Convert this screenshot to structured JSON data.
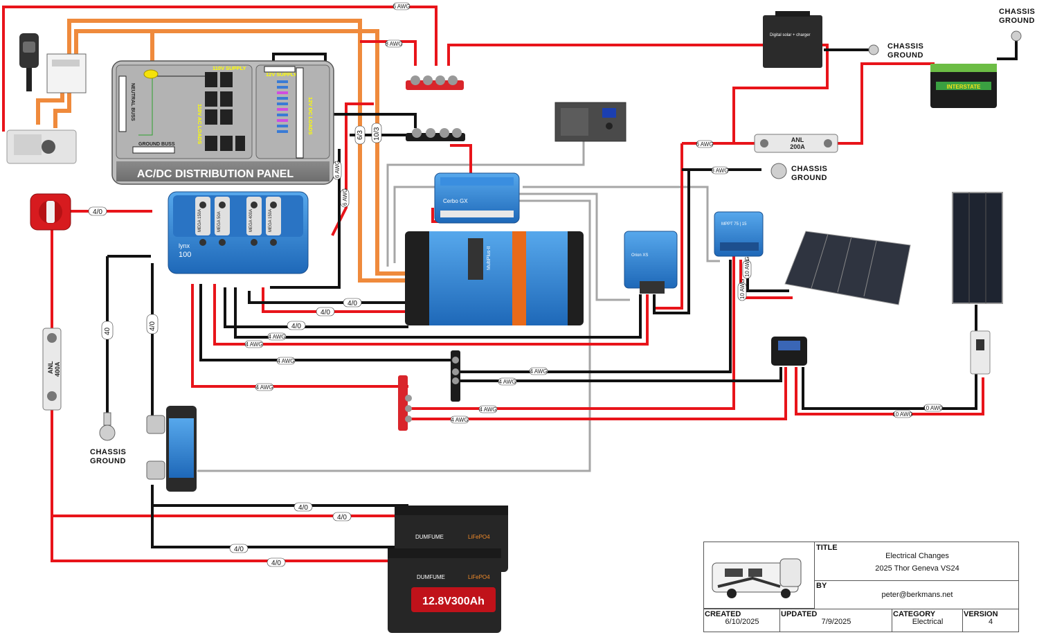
{
  "panel": {
    "title": "AC/DC DISTRIBUTION PANEL",
    "supply_110": "110V SUPPLY",
    "supply_12": "12V SUPPLY",
    "neutral": "NEUTRAL BUSS",
    "ground": "GROUND BUSS",
    "ac_loads": "110V AC LOADS",
    "dc_loads": "12V DC LOADS"
  },
  "chassis_ground": {
    "line1": "CHASSIS",
    "line2": "GROUND"
  },
  "wire_labels": {
    "awg6": "6 AWG",
    "awg8": "8 AWG",
    "awg4": "4 AWG",
    "awg10": "10 AWG",
    "g6_3": "6/3",
    "g10_3": "10/3",
    "g4_0": "4/0",
    "g4_0_alt": "40"
  },
  "fuses": {
    "anl200": [
      "ANL",
      "200A"
    ],
    "anl400": [
      "ANL",
      "400A"
    ]
  },
  "devices": {
    "lynx": "lynx",
    "lynx_num": "100",
    "lynx_fuse1": "MEGA 150A",
    "lynx_fuse2": "MEGA 50A",
    "lynx_fuse3": "MEGA 400A",
    "lynx_fuse4": "MEGA 150A",
    "cerbo": "Cerbo GX",
    "orion": "Orion XS",
    "mppt": "MPPT 75 | 15",
    "dc_charger": "Digital solar + charger",
    "battery_brand": "DUMFUME",
    "battery_chem": "LiFePO4",
    "battery_rating": "12.8V300Ah",
    "interstate": "INTERSTATE",
    "multiplus": "MultiPlus-II"
  },
  "title_block": {
    "title_label": "TITLE",
    "title_line1": "Electrical Changes",
    "title_line2": "2025 Thor Geneva VS24",
    "by_label": "BY",
    "by_value": "peter@berkmans.net",
    "created_label": "CREATED",
    "created_value": "6/10/2025",
    "updated_label": "UPDATED",
    "updated_value": "7/9/2025",
    "category_label": "CATEGORY",
    "category_value": "Electrical",
    "version_label": "VERSION",
    "version_value": "4"
  },
  "colors": {
    "red": "#e8141a",
    "black": "#111111",
    "orange": "#ef8a3c",
    "gray": "#a6a6a6",
    "victron": "#2f7fd0"
  }
}
